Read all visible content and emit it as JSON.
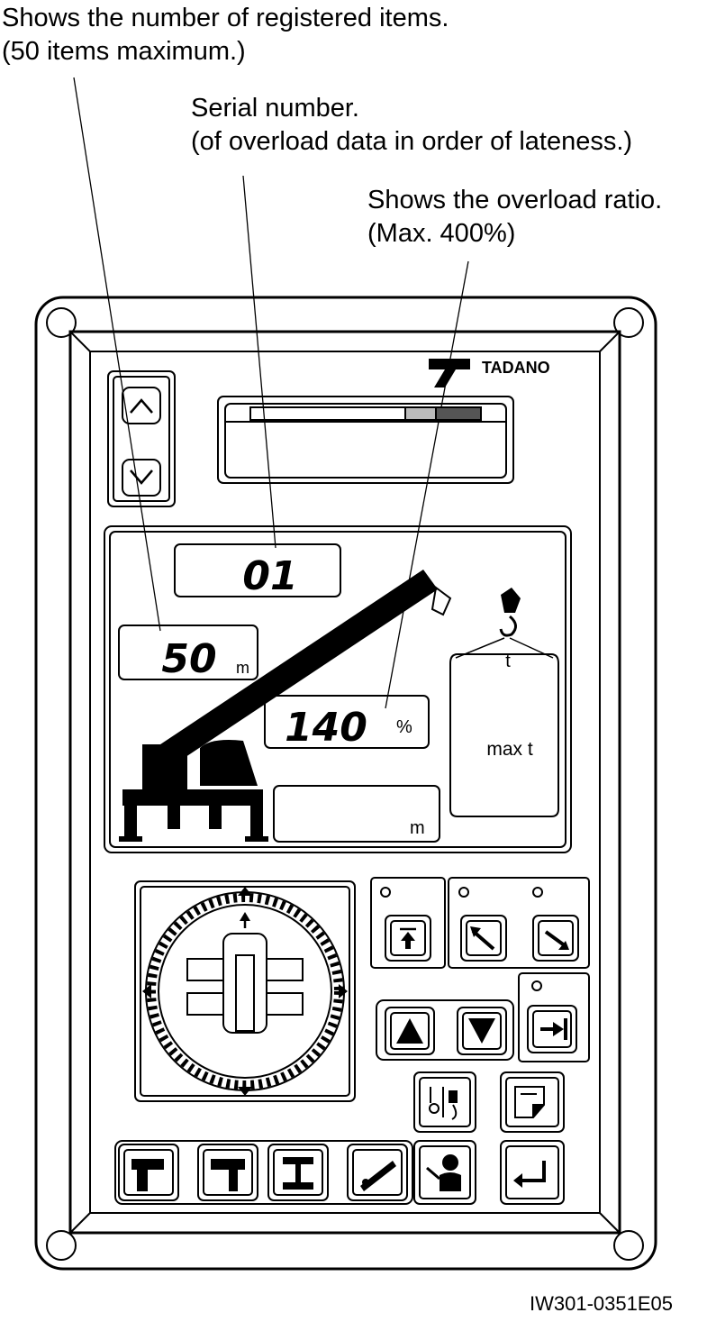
{
  "callouts": {
    "registered_items": {
      "line1": "Shows the number of registered items.",
      "line2": "(50 items maximum.)"
    },
    "serial_number": {
      "line1": "Serial number.",
      "line2": "(of overload data in order of lateness.)"
    },
    "overload_ratio": {
      "line1": "Shows the overload ratio.",
      "line2": "(Max. 400%)"
    }
  },
  "brand": {
    "name": "TADANO"
  },
  "displays": {
    "serial_value": "01",
    "items_value": "50",
    "items_unit": "m",
    "ratio_value": "140",
    "ratio_unit": "%",
    "lower_unit": "m",
    "weight_unit": "t",
    "weight_label": "max t"
  },
  "figure_code": "IW301-0351E05",
  "icons": {
    "scroll_up": "chevron-up-icon",
    "scroll_down": "chevron-down-icon",
    "boom_top": "arrow-to-top-icon",
    "boom_raise": "boom-raise-icon",
    "boom_lower": "boom-lower-icon",
    "triangle_up": "triangle-up-icon",
    "triangle_down": "triangle-down-icon",
    "next": "arrow-to-right-icon",
    "winch": "winch-icon",
    "document": "document-icon",
    "outrigger_max": "outrigger-max-icon",
    "outrigger_mid": "outrigger-mid-icon",
    "outrigger_setup": "outrigger-setup-icon",
    "jib": "jib-icon",
    "operator": "operator-icon",
    "enter": "enter-icon"
  }
}
